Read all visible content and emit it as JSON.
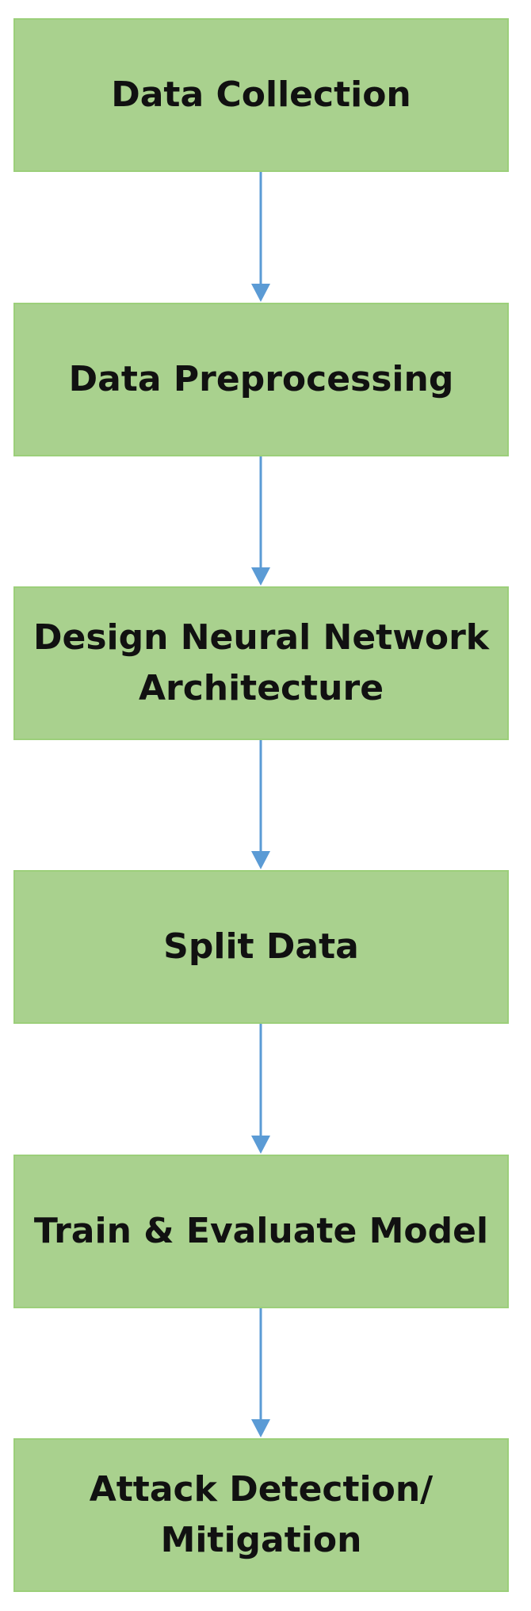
{
  "colors": {
    "box_fill": "#a9d18e",
    "box_border": "#9ccf7a",
    "arrow": "#5b9bd5",
    "text": "#111111"
  },
  "steps": [
    {
      "label": "Data Collection"
    },
    {
      "label": "Data Preprocessing"
    },
    {
      "label": "Design Neural Network\nArchitecture"
    },
    {
      "label": "Split Data"
    },
    {
      "label": "Train & Evaluate Model"
    },
    {
      "label": "Attack Detection/\nMitigation"
    }
  ]
}
